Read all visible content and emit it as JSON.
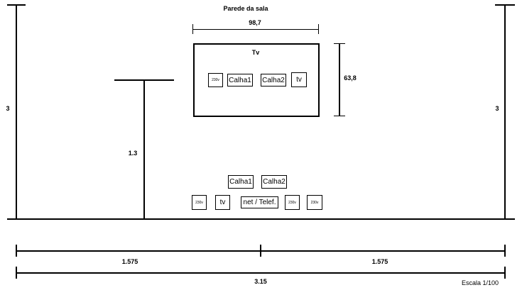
{
  "title": "Parede da sala",
  "wall_height_left": "3",
  "wall_height_right": "3",
  "tv_width": "98,7",
  "tv_height": "63,8",
  "tv_label": "Tv",
  "tv_boxes": [
    "230v",
    "Calha1",
    "Calha2",
    "tv"
  ],
  "shelf_height": "1.3",
  "lower_boxes": {
    "calha1": "Calha1",
    "calha2": "Calha2",
    "outlet1": "230v",
    "tv": "tv",
    "net": "net / Telef.",
    "outlet2": "230v",
    "outlet3": "230v"
  },
  "half_width_left": "1.575",
  "half_width_right": "1.575",
  "total_width": "3.15",
  "scale": "Escala 1/100"
}
